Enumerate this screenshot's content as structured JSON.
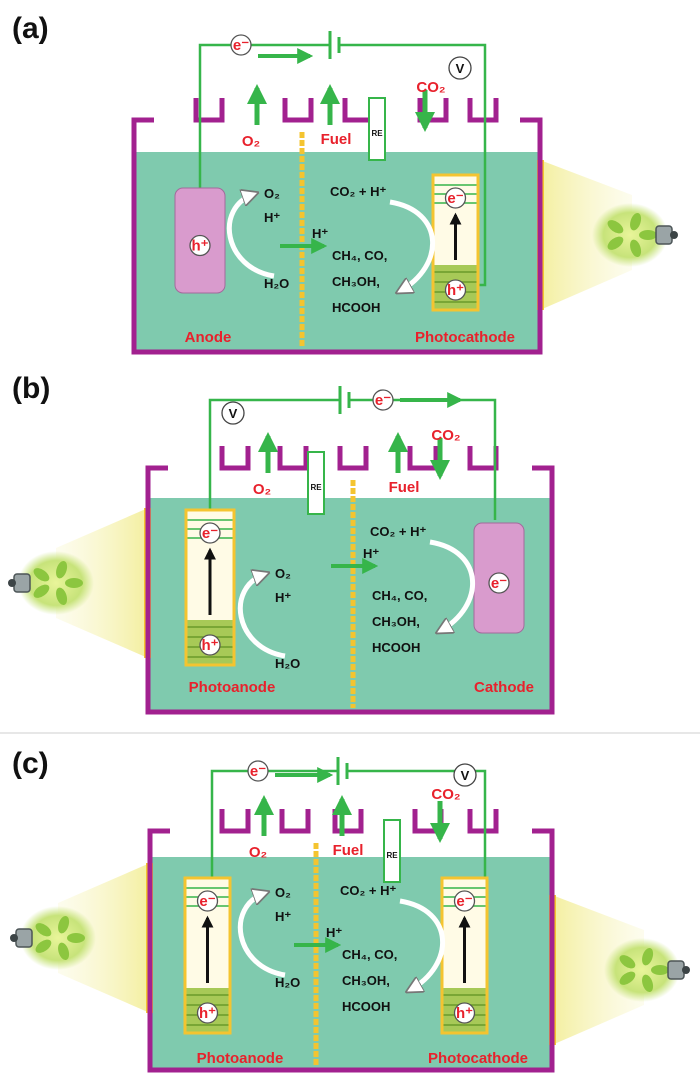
{
  "colors": {
    "frame": "#a2218f",
    "wire": "#36b54a",
    "electrolyte": "#7fcaae",
    "label": "#e8212c",
    "membrane": "#f4c430",
    "electrode": "#d99bcd",
    "light": "#f3ee9a"
  },
  "panels": [
    {
      "tag": "(a)",
      "left_electrode": "Anode",
      "right_electrode": "Photocathode",
      "anode_gas": "O₂",
      "fuel": "Fuel",
      "co2": "CO₂",
      "reference": "RE",
      "voltmeter": "V",
      "electron": "e⁻",
      "hole": "h⁺",
      "left_species": [
        "O₂",
        "H⁺",
        "H₂O"
      ],
      "proton": "H⁺",
      "right_reactant": "CO₂ + H⁺",
      "products": [
        "CH₄, CO,",
        "CH₃OH,",
        "HCOOH"
      ]
    },
    {
      "tag": "(b)",
      "left_electrode": "Photoanode",
      "right_electrode": "Cathode",
      "anode_gas": "O₂",
      "fuel": "Fuel",
      "co2": "CO₂",
      "reference": "RE",
      "voltmeter": "V",
      "electron": "e⁻",
      "hole": "h⁺",
      "left_species": [
        "O₂",
        "H⁺",
        "H₂O"
      ],
      "proton": "H⁺",
      "right_reactant": "CO₂ + H⁺",
      "products": [
        "CH₄, CO,",
        "CH₃OH,",
        "HCOOH"
      ]
    },
    {
      "tag": "(c)",
      "left_electrode": "Photoanode",
      "right_electrode": "Photocathode",
      "anode_gas": "O₂",
      "fuel": "Fuel",
      "co2": "CO₂",
      "reference": "RE",
      "voltmeter": "V",
      "electron": "e⁻",
      "hole": "h⁺",
      "left_species": [
        "O₂",
        "H⁺",
        "H₂O"
      ],
      "proton": "H⁺",
      "right_reactant": "CO₂ + H⁺",
      "products": [
        "CH₄, CO,",
        "CH₃OH,",
        "HCOOH"
      ]
    }
  ]
}
